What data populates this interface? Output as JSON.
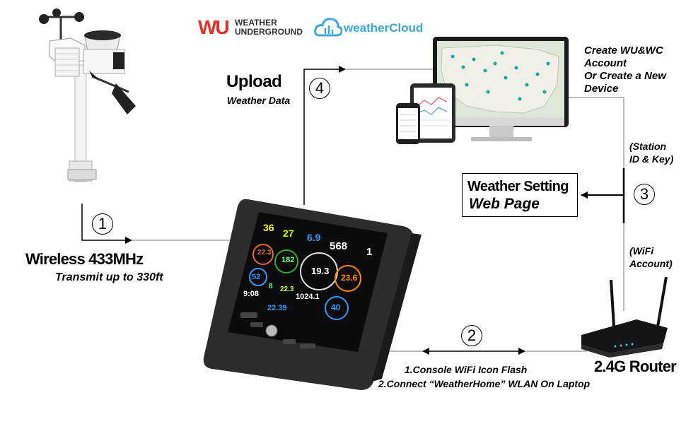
{
  "logos": {
    "wu_mark": "WU",
    "wu_text_1": "WEATHER",
    "wu_text_2": "UNDERGROUND",
    "wc_text": "weatherCloud"
  },
  "upload": {
    "title": "Upload",
    "subtitle": "Weather Data"
  },
  "create_account": {
    "line1": "Create WU&WC",
    "line2": "Account",
    "line3": "Or Create a New",
    "line4": "Device"
  },
  "station_id": {
    "line1": "(Station",
    "line2": "ID & Key)"
  },
  "weather_setting": {
    "line1": "Weather Setting",
    "line2": "Web Page"
  },
  "wifi_account": {
    "line1": "(WiFi",
    "line2": "Account)"
  },
  "wireless": {
    "title": "Wireless 433MHz",
    "subtitle": "Transmit up to 330ft"
  },
  "router": {
    "title": "2.4G Router"
  },
  "console_steps": {
    "step1": "1.Console WiFi Icon Flash",
    "step2": "2.Connect “WeatherHome” WLAN On Laptop"
  },
  "steps": {
    "n1": "1",
    "n2": "2",
    "n3": "3",
    "n4": "4"
  },
  "console_screen": {
    "outdoor_temp": "36",
    "indoor_temp": "27",
    "rain": "6.9",
    "solar": "568",
    "uv": "1",
    "outdoor_dial": "22.3",
    "wind_dir": "182",
    "dew": "19.3",
    "indoor_dial": "23.6",
    "humidity": "52",
    "small1": "8",
    "small2": "22.3",
    "time": "9:08",
    "pressure": "1024.1",
    "date": "22.39",
    "gust": "40"
  },
  "colors": {
    "accent_wc": "#3aa8d8",
    "wu_red": "#e5312b",
    "wu_orange": "#f29a1f",
    "wu_blue": "#1a74b9"
  }
}
